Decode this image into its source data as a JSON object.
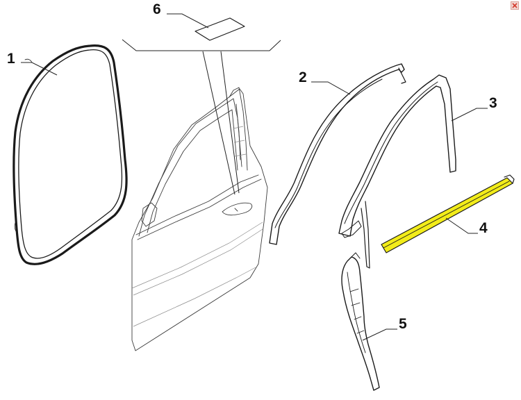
{
  "callouts": {
    "part_1": "1",
    "part_2": "2",
    "part_3": "3",
    "part_4": "4",
    "part_5": "5",
    "part_6": "6"
  },
  "colors": {
    "highlight": "#f2ec1a",
    "line": "#1a1a1a",
    "close_icon": "#d33a2c"
  },
  "icons": {
    "close": "close-icon"
  }
}
